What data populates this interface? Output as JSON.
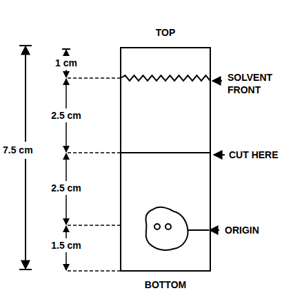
{
  "diagram": {
    "labels": [
      "TOP",
      "1 cm",
      "SOLVENT FRONT",
      "2.5 cm",
      "7.5 cm",
      "CUT HERE",
      "2.5 cm",
      "ORIGIN",
      "1.5 cm",
      "BOTTOM"
    ]
  }
}
